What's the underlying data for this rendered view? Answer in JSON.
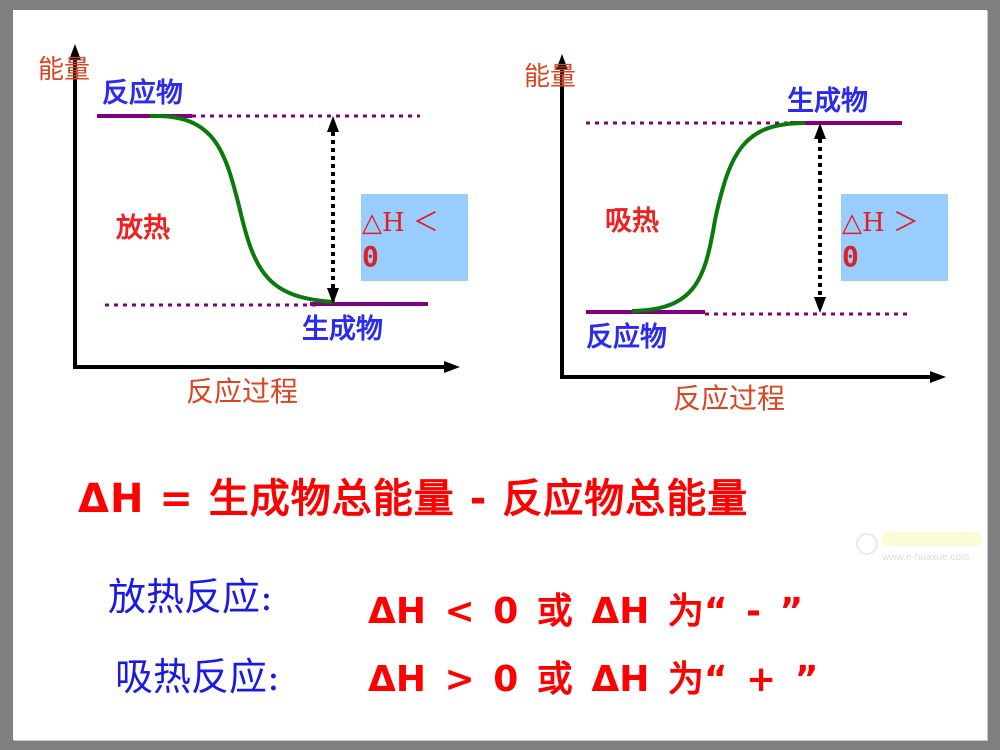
{
  "colors": {
    "axis_label": "#d9461f",
    "species_label": "#2b2bf0",
    "kind_label": "#ee2020",
    "energy_level": "#800080",
    "curve": "#0a7a0a",
    "delta_box_bg": "#99ccff",
    "delta_text": "#e02020",
    "formula": "#ff0000",
    "rule_name": "#1a1ae6"
  },
  "exothermic_diagram": {
    "y_axis_label": "能量",
    "x_axis_label": "反应过程",
    "reactant_label": "反应物",
    "product_label": "生成物",
    "kind_label": "放热",
    "delta_h_line1": "△H ＜",
    "delta_h_line2": "0",
    "reactant_level": "high",
    "product_level": "low"
  },
  "endothermic_diagram": {
    "y_axis_label": "能量",
    "x_axis_label": "反应过程",
    "reactant_label": "反应物",
    "product_label": "生成物",
    "kind_label": "吸热",
    "delta_h_line1": "△H ＞",
    "delta_h_line2": "0",
    "reactant_level": "low",
    "product_level": "high"
  },
  "formula": "ΔH = 生成物总能量 - 反应物总能量",
  "rules": [
    {
      "name": "放热反应:",
      "expression": "ΔH < 0 或 ΔH 为“ - ”"
    },
    {
      "name": "吸热反应:",
      "expression": "ΔH > 0 或 ΔH 为“ + ”"
    }
  ],
  "watermark": {
    "url": "www.e-huaxue.com"
  }
}
